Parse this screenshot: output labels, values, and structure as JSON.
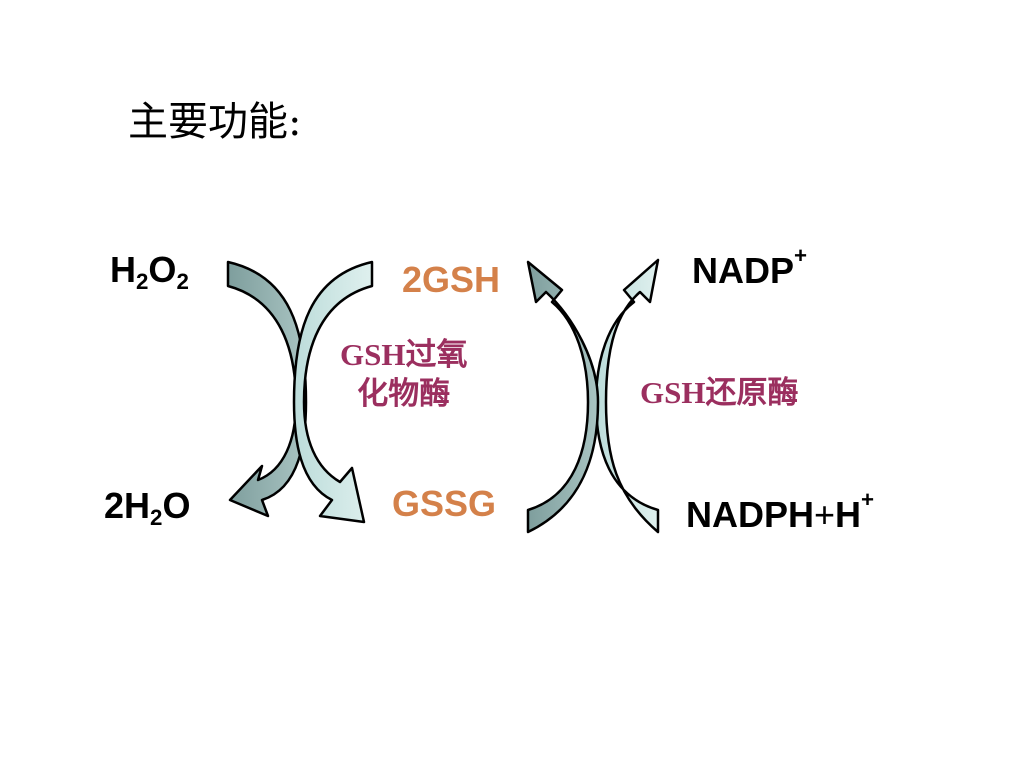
{
  "title": "主要功能:",
  "colors": {
    "reactant": "#000000",
    "glutathione": "#d4814a",
    "enzyme": "#9b2f5f",
    "arrow_dark": "#8aa9a8",
    "arrow_light": "#c6e3e1",
    "arrow_stroke": "#000000"
  },
  "left_cycle": {
    "top_left": {
      "main": "H",
      "sub1": "2",
      "mid": "O",
      "sub2": "2"
    },
    "bottom_left": {
      "pre": "2H",
      "sub": "2",
      "post": "O"
    },
    "top_right": "2GSH",
    "bottom_right": "GSSG",
    "enzyme_line1": "GSH过氧",
    "enzyme_line2": "化物酶"
  },
  "right_cycle": {
    "top_right": {
      "main": "NADP",
      "sup": "+"
    },
    "bottom_right": {
      "main": "NADPH",
      "plus": "+",
      "h": "H",
      "sup": "+"
    },
    "enzyme": "GSH还原酶"
  },
  "icons": [
    "curved-arrow-icon"
  ]
}
